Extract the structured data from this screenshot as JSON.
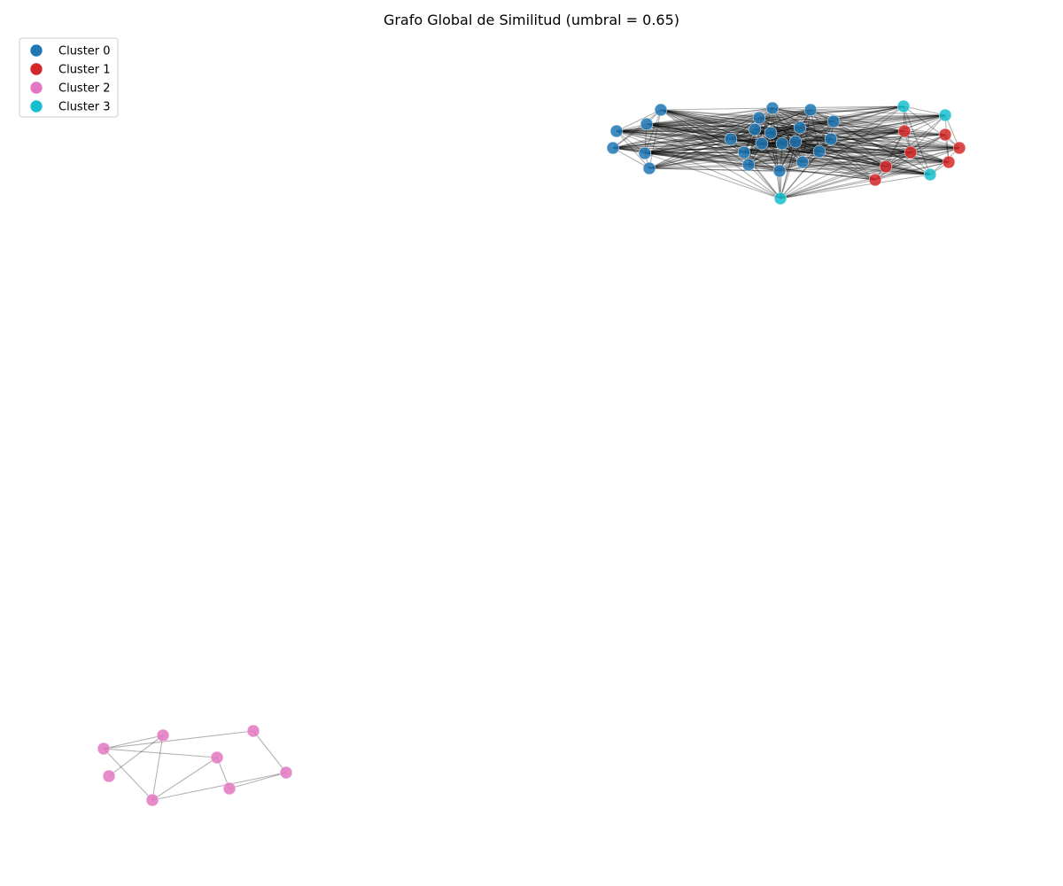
{
  "chart_data": {
    "type": "network",
    "title": "Grafo Global de Similitud (umbral = 0.65)",
    "legend": {
      "placement": "top-left",
      "entries": [
        {
          "name": "Cluster 0",
          "color": "#1f77b4"
        },
        {
          "name": "Cluster 1",
          "color": "#d62728"
        },
        {
          "name": "Cluster 2",
          "color": "#e377c2"
        },
        {
          "name": "Cluster 3",
          "color": "#17becf"
        }
      ]
    },
    "groups": [
      {
        "cluster": 0,
        "count": 23
      },
      {
        "cluster": 1,
        "count": 7
      },
      {
        "cluster": 2,
        "count": 8
      },
      {
        "cluster": 3,
        "count": 5
      }
    ]
  }
}
